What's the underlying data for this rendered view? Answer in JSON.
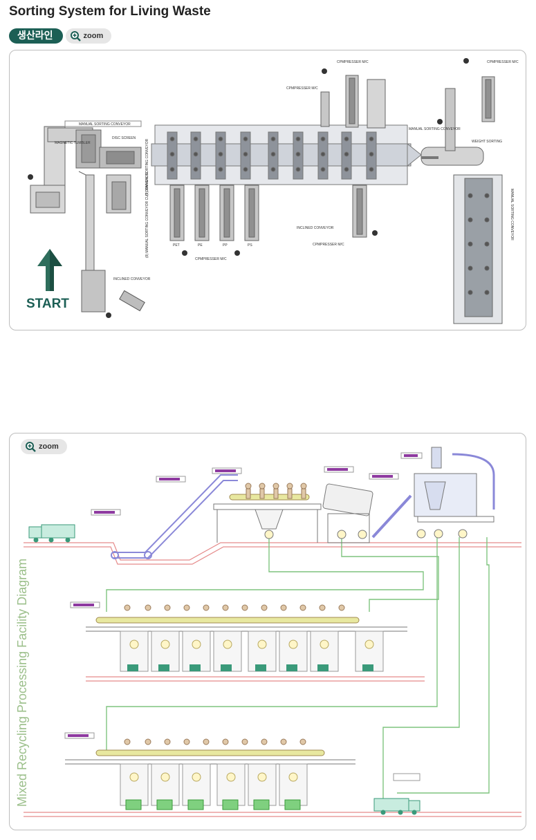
{
  "header": {
    "title": "Sorting System for Living Waste",
    "tag_label": "생산라인",
    "zoom_label": "zoom"
  },
  "diagram1": {
    "start_label": "START",
    "labels": {
      "manual_sorting_conveyor": "MANUAL SORTING CONVEYOR",
      "magnetic_tumbler": "MAGNETIC TUMBLER",
      "disc_screen": "DISC SCREEN",
      "inclined_conveyor": "INCLINED CONVEYOR",
      "inclined_conveyor_2": "INCLINED CONVEYOR",
      "compresser_1": "CPMPRESSER M/C",
      "compresser_2": "CPMPRESSER M/C",
      "compresser_3": "CPMPRESSER M/C",
      "compresser_4": "CPMPRESSER M/C",
      "compresser_5": "CPMPRESSER M/C",
      "weight_sorting": "WEIGHT SORTING",
      "manual_sorting_right": "MANUAL SORTING CONVEYOR",
      "manual_sorting_small": "MANUAL SORTING CONVEYOR",
      "sorting_conveyor_vertical": "(3) MANUAL SORTING CONVEYOR",
      "cut_conveyor_vertical": "(8) MANUAL SORTING CONVEYOR CUT CONVEYOR",
      "pet": "PET",
      "pe": "PE",
      "pp": "PP",
      "ps": "PS"
    }
  },
  "diagram2": {
    "zoom_label": "zoom",
    "side_title": "Mixed Recycling Processing Facility Diagram"
  },
  "colors": {
    "brand": "#1c5f55",
    "side_title": "#9bbf8a",
    "pink_line": "#e58a8a",
    "green_line": "#7fc47f",
    "purple_label": "#8e3aa0",
    "conveyor_blue": "#8a88d8"
  }
}
